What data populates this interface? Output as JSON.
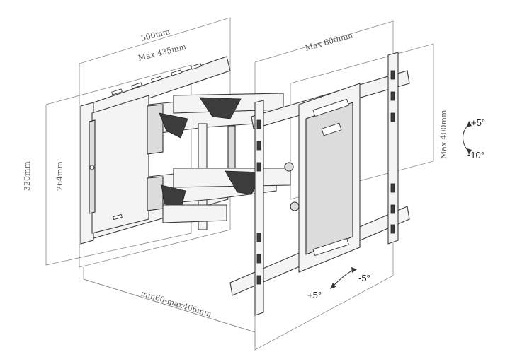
{
  "dimensions": {
    "wall_width": "500mm",
    "wall_max": "Max 435mm",
    "wall_height": "320mm",
    "wall_height_inner": "264mm",
    "extension": "min60-max466mm",
    "tv_width": "Max 600mm",
    "tv_height": "Max 400mm"
  },
  "tilt": {
    "up": "+5°",
    "down": "-10°"
  },
  "swivel": {
    "left": "-5°",
    "right": "+5°"
  }
}
